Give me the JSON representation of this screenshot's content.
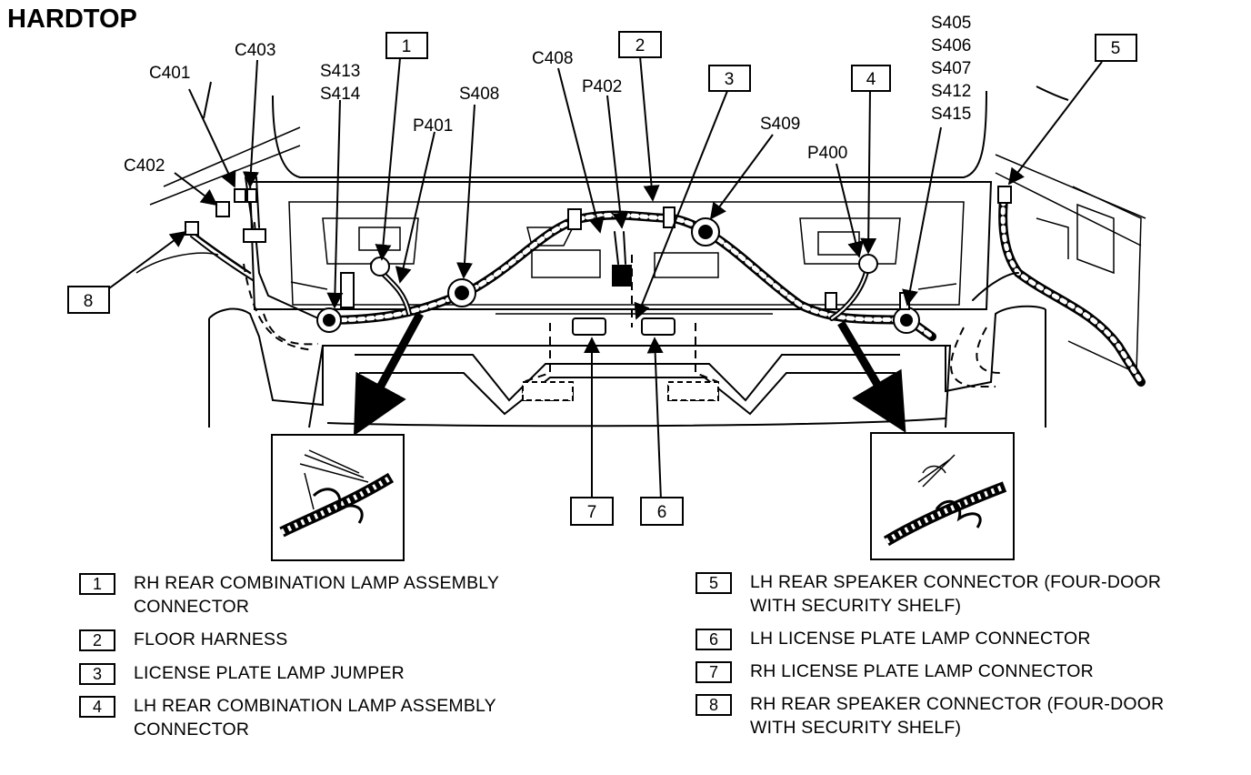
{
  "title": "HARDTOP",
  "callouts": {
    "c401": "C401",
    "c402": "C402",
    "c403": "C403",
    "s413": "S413",
    "s414": "S414",
    "p401": "P401",
    "s408": "S408",
    "c408": "C408",
    "p402": "P402",
    "s409": "S409",
    "p400": "P400",
    "s405": "S405",
    "s406": "S406",
    "s407": "S407",
    "s412": "S412",
    "s415": "S415"
  },
  "numbers": [
    "1",
    "2",
    "3",
    "4",
    "5",
    "6",
    "7",
    "8"
  ],
  "legend": [
    {
      "num": "1",
      "text": "RH REAR COMBINATION LAMP ASSEMBLY\nCONNECTOR"
    },
    {
      "num": "2",
      "text": "FLOOR HARNESS"
    },
    {
      "num": "3",
      "text": "LICENSE PLATE LAMP JUMPER"
    },
    {
      "num": "4",
      "text": "LH REAR COMBINATION LAMP ASSEMBLY\nCONNECTOR"
    },
    {
      "num": "5",
      "text": "LH REAR SPEAKER CONNECTOR (FOUR-DOOR\nWITH SECURITY SHELF)"
    },
    {
      "num": "6",
      "text": "LH LICENSE PLATE LAMP CONNECTOR"
    },
    {
      "num": "7",
      "text": "RH LICENSE PLATE LAMP CONNECTOR"
    },
    {
      "num": "8",
      "text": "RH REAR SPEAKER CONNECTOR (FOUR-DOOR\nWITH SECURITY SHELF)"
    }
  ]
}
